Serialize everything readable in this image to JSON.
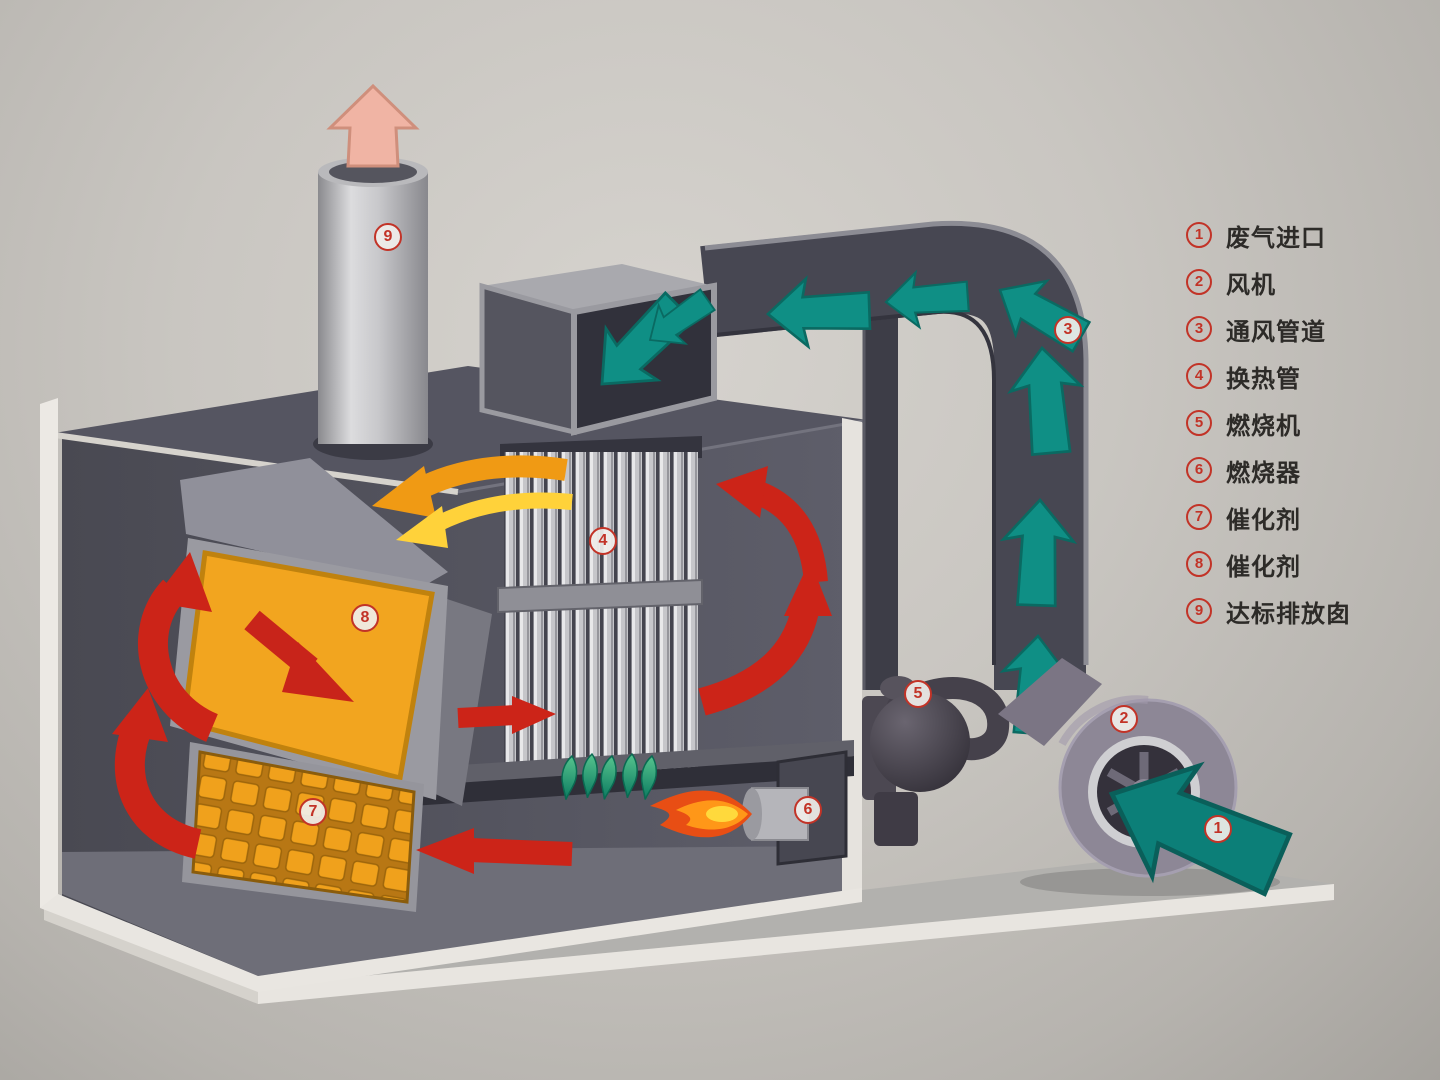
{
  "legend": {
    "items": [
      {
        "num": "1",
        "label": "废气进口"
      },
      {
        "num": "2",
        "label": "风机"
      },
      {
        "num": "3",
        "label": "通风管道"
      },
      {
        "num": "4",
        "label": "换热管"
      },
      {
        "num": "5",
        "label": "燃烧机"
      },
      {
        "num": "6",
        "label": "燃烧器"
      },
      {
        "num": "7",
        "label": "催化剂"
      },
      {
        "num": "8",
        "label": "催化剂"
      },
      {
        "num": "9",
        "label": "达标排放囱"
      }
    ]
  },
  "markers": [
    {
      "num": "1",
      "pos": "left:1204px;top:815px"
    },
    {
      "num": "2",
      "pos": "left:1110px;top:705px"
    },
    {
      "num": "3",
      "pos": "left:1054px;top:316px"
    },
    {
      "num": "4",
      "pos": "left:589px;top:527px"
    },
    {
      "num": "5",
      "pos": "left:904px;top:680px"
    },
    {
      "num": "6",
      "pos": "left:794px;top:796px"
    },
    {
      "num": "7",
      "pos": "left:299px;top:798px"
    },
    {
      "num": "8",
      "pos": "left:351px;top:604px"
    },
    {
      "num": "9",
      "pos": "left:374px;top:223px"
    }
  ],
  "colors": {
    "gas_flow_teal": "#0f8f85",
    "hot_gas_red": "#cc2418",
    "catalyst_orange": "#f2a51f",
    "marker_red": "#c23327",
    "exhaust_pink": "#f0b4a4"
  }
}
